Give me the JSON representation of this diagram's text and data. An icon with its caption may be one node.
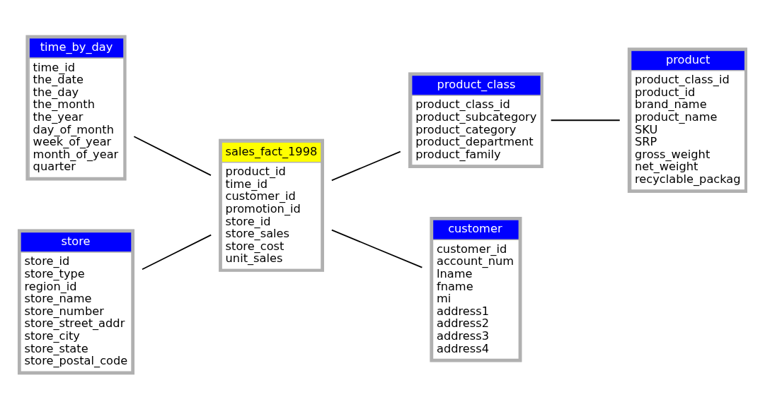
{
  "diagram": {
    "nodes": [
      {
        "text": [
          "time_by_day",
          "time_id",
          "the_date",
          "the_day",
          "the_month",
          "the_year",
          "day_of_month",
          "week_of_year",
          "month_of_year",
          "quarter"
        ]
      },
      {
        "text": [
          "product_class",
          "product_class_id",
          "product_subcategory",
          "product_category",
          "product_department",
          "product_family"
        ]
      },
      {
        "text": [
          "product",
          "product_class_id",
          "product_id",
          "brand_name",
          "product_name",
          "SKU",
          "SRP",
          "gross_weight",
          "net_weight",
          "recyclable_packag"
        ]
      },
      {
        "text": [
          "sales_fact_1998",
          "product_id",
          "time_id",
          "customer_id",
          "promotion_id",
          "store_id",
          "store_sales",
          "store_cost",
          "unit_sales"
        ]
      },
      {
        "text": [
          "store",
          "store_id",
          "store_type",
          "region_id",
          "store_name",
          "store_number",
          "store_street_addr",
          "store_city",
          "store_state",
          "store_postal_code"
        ]
      },
      {
        "text": [
          "customer",
          "customer_id",
          "account_num",
          "lname",
          "fname",
          "mi",
          "address1",
          "address2",
          "address3",
          "address4"
        ]
      }
    ],
    "edges": [
      {
        "from": 0,
        "to": 3,
        "arrow": "none"
      },
      {
        "from": 3,
        "to": 1,
        "arrow": "none"
      },
      {
        "from": 1,
        "to": 2,
        "arrow": "none"
      },
      {
        "from": 4,
        "to": 3,
        "arrow": "none"
      },
      {
        "from": 3,
        "to": 5,
        "arrow": "none"
      }
    ]
  }
}
